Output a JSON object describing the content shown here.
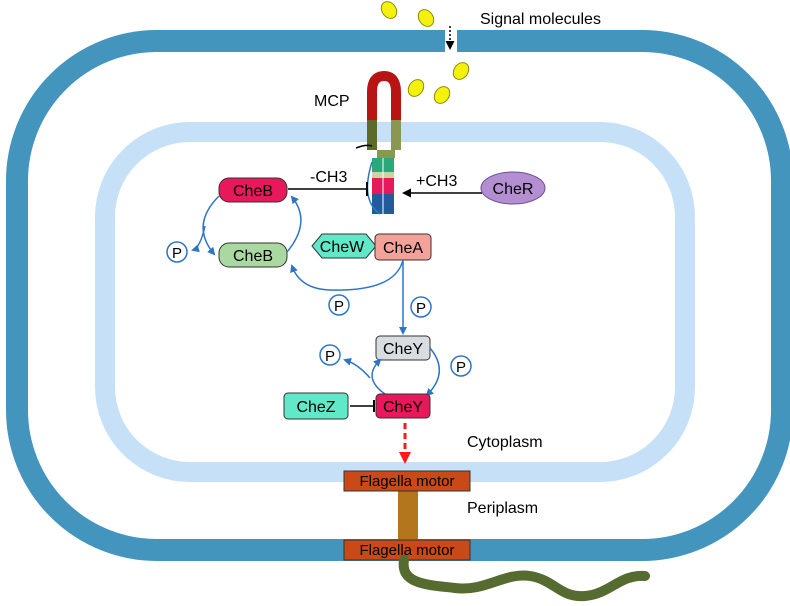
{
  "labels": {
    "signal": "Signal molecules",
    "mcp": "MCP",
    "cytoplasm": "Cytoplasm",
    "periplasm": "Periplasm",
    "demethyl": "-CH3",
    "methyl": "+CH3",
    "phosphate": "P"
  },
  "proteins": {
    "cheb_active": "CheB",
    "cheb": "CheB",
    "chew": "CheW",
    "chea": "CheA",
    "cher": "CheR",
    "chey": "CheY",
    "chey_p": "CheY",
    "chez": "CheZ"
  },
  "motor": {
    "inner": "Flagella motor",
    "outer": "Flagella motor"
  },
  "colors": {
    "outer_membrane": "#4495be",
    "inner_membrane": "#c6e0f8",
    "arrow": "#2e75c6",
    "motor_fill": "#c94a16",
    "flagellum": "#556b2f",
    "signal": "#f4f20c",
    "cheb_active": "#e8185c",
    "cheb": "#a9d9a0",
    "chew": "#61e8c8",
    "chea": "#f4a19a",
    "cher": "#b38fd1",
    "chey": "#d8dde2",
    "chey_p": "#e8185c",
    "chez": "#61e8c8"
  }
}
